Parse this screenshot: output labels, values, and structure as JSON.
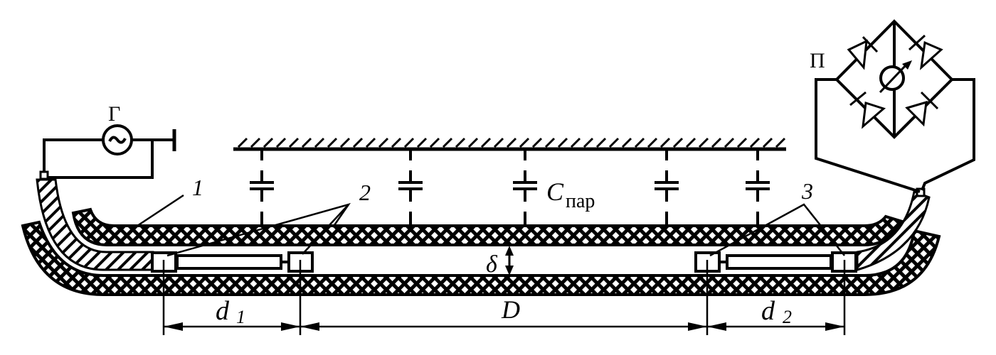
{
  "labels": {
    "generator": "Г",
    "bridge": "П",
    "part1": "1",
    "part2": "2",
    "part3": "3",
    "capacitance_symbol": "C",
    "capacitance_subscript": "пар",
    "gap": "δ",
    "d1_main": "d",
    "d1_sub": "1",
    "D": "D",
    "d2_main": "d",
    "d2_sub": "2"
  },
  "colors": {
    "ink": "#000000",
    "background": "#ffffff"
  }
}
